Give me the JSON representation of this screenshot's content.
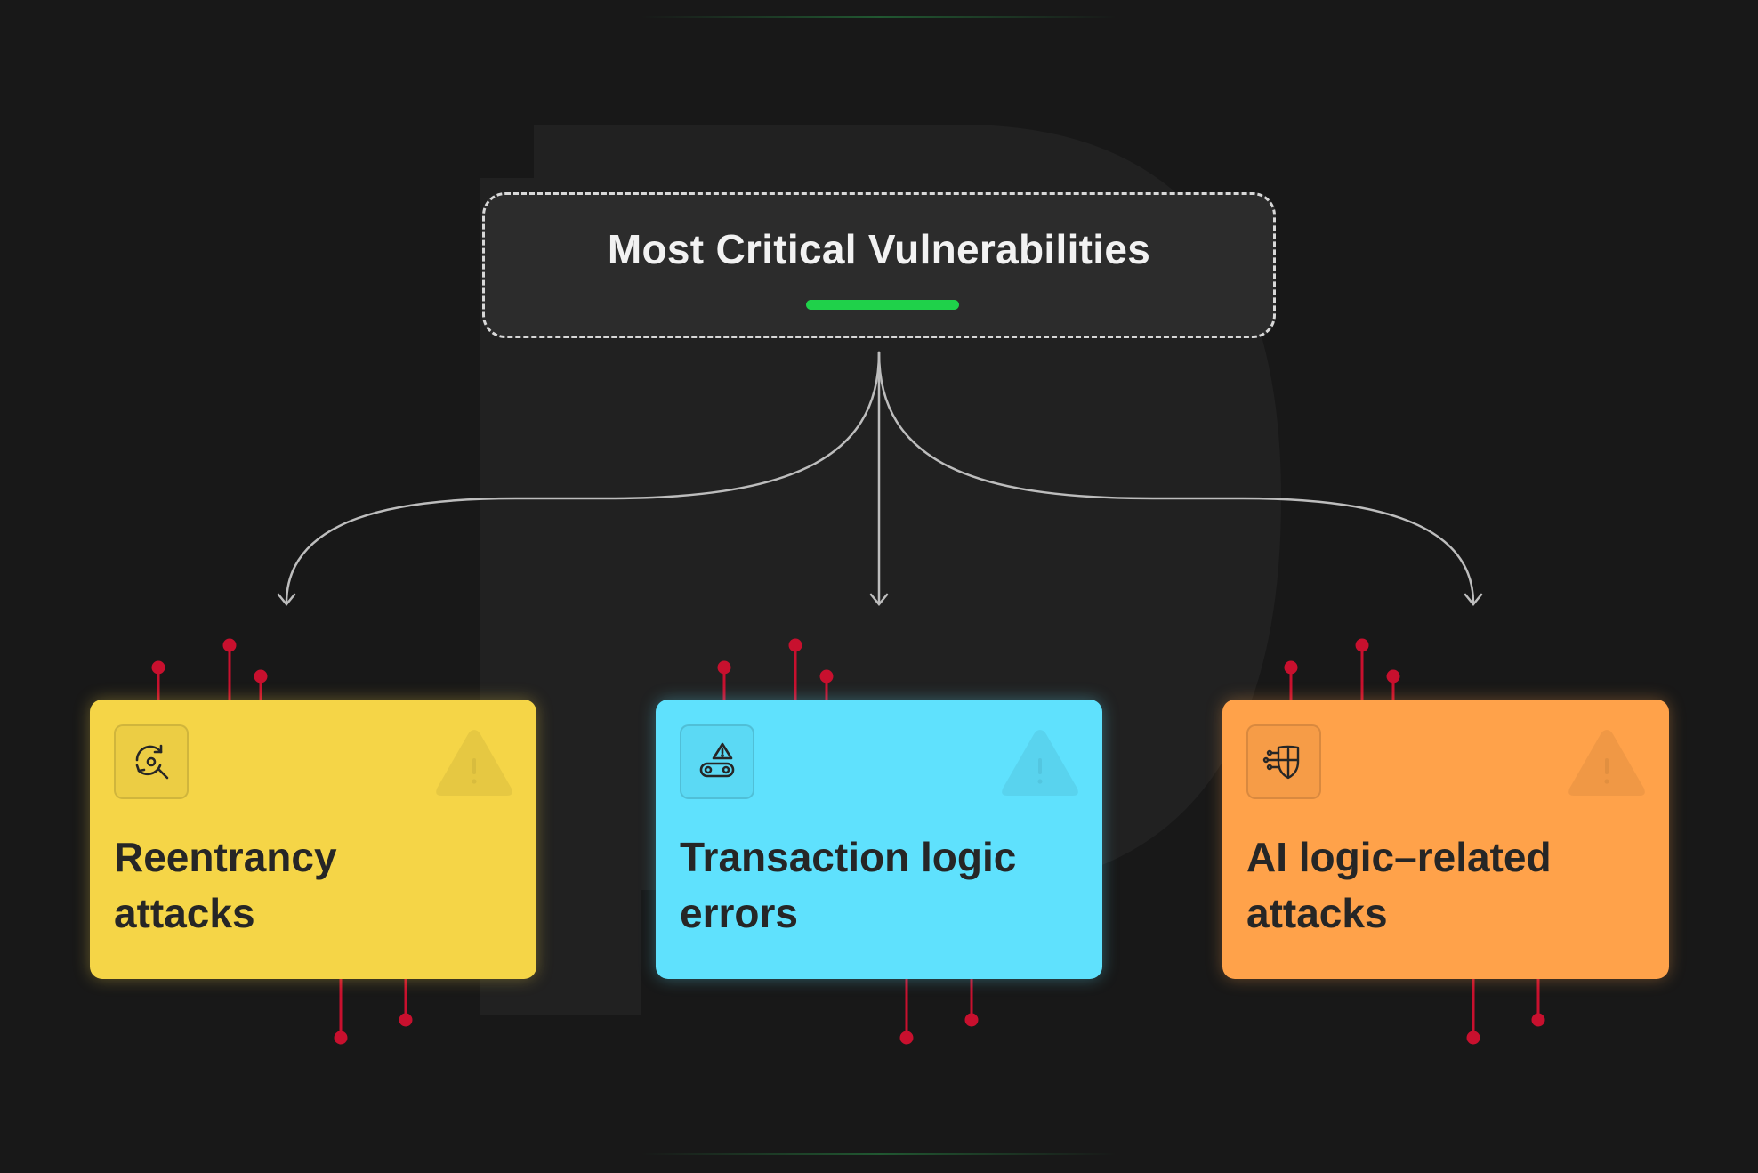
{
  "title": "Most Critical Vulnerabilities",
  "colors": {
    "background": "#181818",
    "title_box": "#2c2c2c",
    "accent_green": "#1fd14a",
    "connector": "#bdbdbd",
    "pin_red": "#c8102e"
  },
  "cards": [
    {
      "label_line1": "Reentrancy",
      "label_line2": "attacks",
      "color": "#f5d547",
      "icon": "refresh-search-icon"
    },
    {
      "label_line1": "Transaction logic",
      "label_line2": "errors",
      "color": "#5fe1fd",
      "icon": "conveyor-warning-icon"
    },
    {
      "label_line1": "AI logic–related",
      "label_line2": "attacks",
      "color": "#ffa24a",
      "icon": "circuit-shield-icon"
    }
  ]
}
